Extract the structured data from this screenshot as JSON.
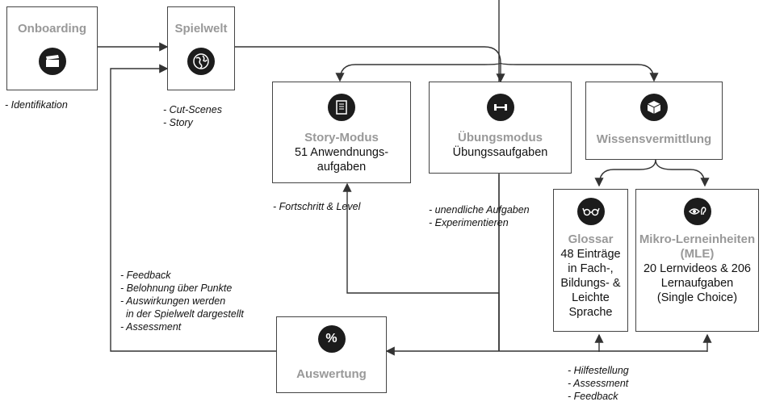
{
  "nodes": {
    "onboarding": {
      "title": "Onboarding",
      "icon": "clapperboard-icon"
    },
    "spielwelt": {
      "title": "Spielwelt",
      "icon": "globe-icon"
    },
    "story": {
      "title": "Story-Modus",
      "line1": "51 Anwendnungs-",
      "line2": "aufgaben",
      "icon": "notebook-icon"
    },
    "uebung": {
      "title": "Übungsmodus",
      "line1": "Übungssaufgaben",
      "icon": "dumbbell-icon"
    },
    "wissen": {
      "title": "Wissensvermittlung",
      "icon": "cube-icon"
    },
    "glossar": {
      "title": "Glossar",
      "lines": [
        "48 Einträge",
        "in Fach-,",
        "Bildungs- &",
        "Leichte",
        "Sprache"
      ],
      "icon": "glasses-icon"
    },
    "mle": {
      "title1": "Mikro-Lerneinheiten",
      "title2": "(MLE)",
      "lines": [
        "20 Lernvideos & 206",
        "Lernaufgaben",
        "(Single Choice)"
      ],
      "icon": "eye-ear-icon"
    },
    "auswertung": {
      "title": "Auswertung",
      "icon": "percent-icon",
      "symbol": "%"
    }
  },
  "notes": {
    "identifikation": [
      "- Identifikation"
    ],
    "cutscenes": [
      "- Cut-Scenes",
      "- Story"
    ],
    "fortschritt": [
      "- Fortschritt & Level"
    ],
    "unendlich": [
      "- unendliche Aufgaben",
      "- Experimentieren"
    ],
    "feedback": [
      "- Feedback",
      "- Belohnung über Punkte",
      "- Auswirkungen werden",
      "  in der Spielwelt dargestellt",
      "- Assessment"
    ],
    "hilfe": [
      "- Hilfestellung",
      "- Assessment",
      "- Feedback"
    ]
  },
  "colors": {
    "line": "#333333",
    "title_gray": "#999999",
    "icon_bg": "#1c1c1c"
  }
}
